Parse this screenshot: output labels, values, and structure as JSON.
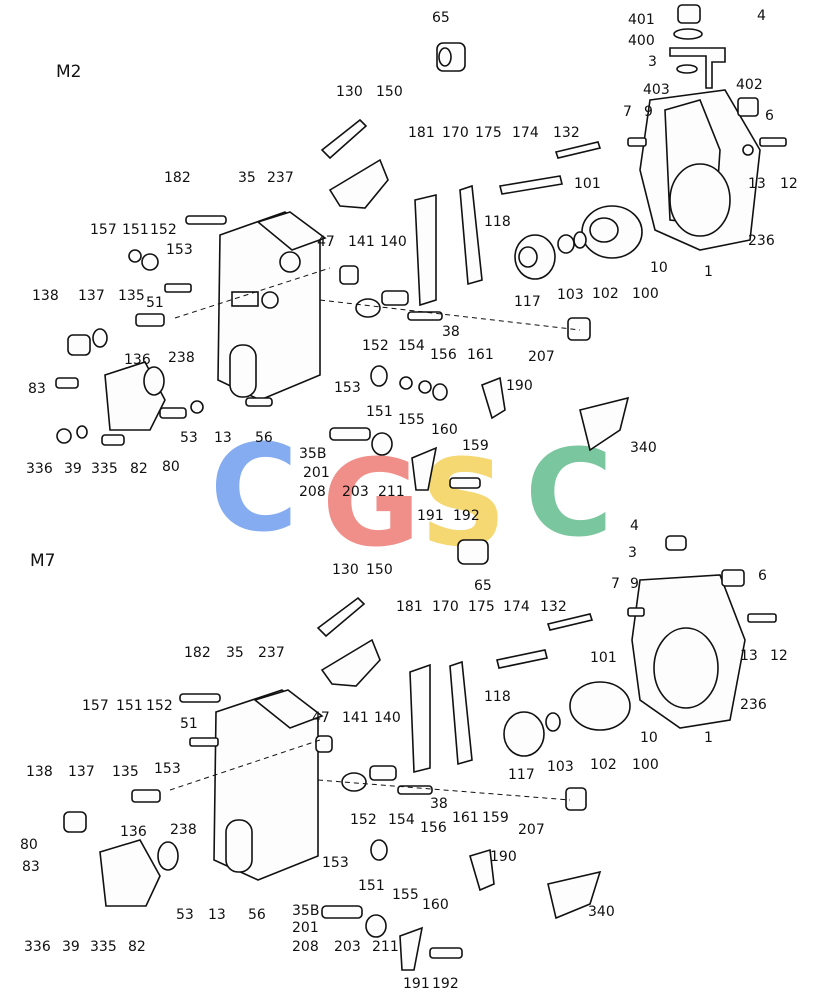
{
  "watermark": {
    "letters": [
      {
        "char": "C",
        "color": "#7fa8f0"
      },
      {
        "char": "G",
        "color": "#f08a84"
      },
      {
        "char": "S",
        "color": "#f5d66a"
      },
      {
        "char": "C",
        "color": "#72c39a"
      }
    ]
  },
  "views": [
    {
      "label": "M2",
      "callouts": [
        "65",
        "401",
        "4",
        "400",
        "3",
        "402",
        "403",
        "6",
        "7",
        "9",
        "13",
        "12",
        "236",
        "101",
        "10",
        "1",
        "130",
        "150",
        "181",
        "170",
        "175",
        "174",
        "132",
        "118",
        "117",
        "103",
        "102",
        "100",
        "182",
        "35",
        "237",
        "157",
        "151",
        "152",
        "153",
        "47",
        "141",
        "140",
        "138",
        "137",
        "135",
        "51",
        "38",
        "207",
        "136",
        "238",
        "152",
        "154",
        "156",
        "161",
        "190",
        "83",
        "153",
        "151",
        "155",
        "160",
        "159",
        "340",
        "53",
        "13",
        "56",
        "336",
        "39",
        "335",
        "82",
        "80",
        "35B",
        "201",
        "208",
        "203",
        "211",
        "192",
        "191"
      ]
    },
    {
      "label": "M7",
      "callouts": [
        "65",
        "4",
        "3",
        "6",
        "7",
        "9",
        "13",
        "12",
        "236",
        "101",
        "10",
        "1",
        "130",
        "150",
        "181",
        "170",
        "175",
        "174",
        "132",
        "118",
        "117",
        "103",
        "102",
        "100",
        "182",
        "35",
        "237",
        "157",
        "151",
        "152",
        "153",
        "51",
        "47",
        "141",
        "140",
        "138",
        "137",
        "135",
        "38",
        "207",
        "136",
        "238",
        "80",
        "152",
        "154",
        "156",
        "161",
        "159",
        "190",
        "83",
        "153",
        "151",
        "155",
        "160",
        "53",
        "13",
        "56",
        "340",
        "336",
        "39",
        "335",
        "82",
        "35B",
        "201",
        "208",
        "203",
        "211",
        "191",
        "192"
      ]
    }
  ]
}
